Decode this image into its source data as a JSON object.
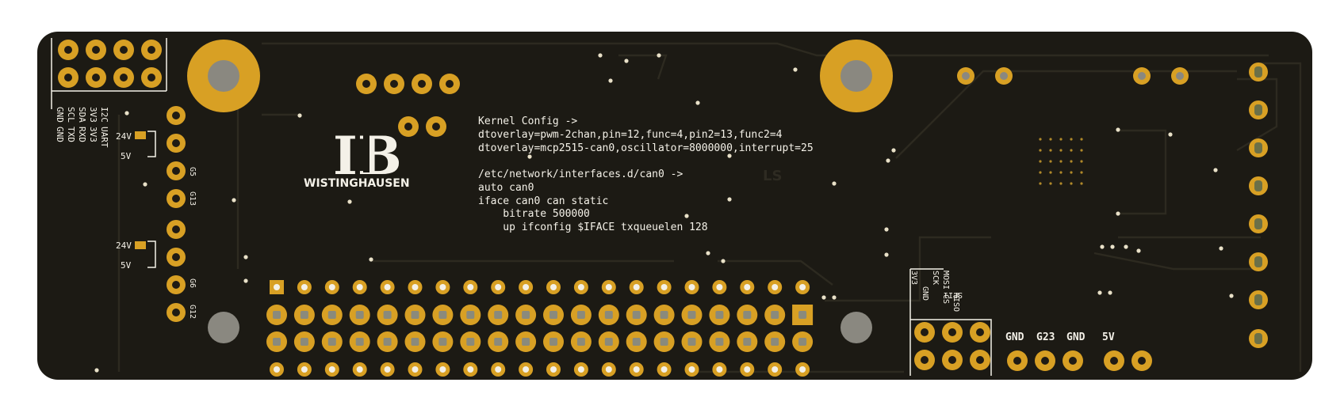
{
  "logo": {
    "letters": "IB",
    "brand": "WISTINGHAUSEN"
  },
  "config_text": [
    "Kernel Config ->",
    "dtoverlay=pwm-2chan,pin=12,func=4,pin2=13,func2=4",
    "dtoverlay=mcp2515-can0,oscillator=8000000,interrupt=25",
    "",
    "/etc/network/interfaces.d/can0 ->",
    "auto can0",
    "iface can0 can static",
    "    bitrate 500000",
    "    up ifconfig $IFACE txqueuelen 128"
  ],
  "left_header_labels": {
    "col1": [
      "I2C",
      "UART"
    ],
    "col2": [
      "3V3",
      "3V3"
    ],
    "col3": [
      "SDA",
      "RXD"
    ],
    "col4": [
      "SCL",
      "TXD"
    ],
    "col5": [
      "GND",
      "GND"
    ]
  },
  "jumper_labels": {
    "top_24v": "24V",
    "top_5v": "5V",
    "bottom_24v": "24V",
    "bottom_5v": "5V"
  },
  "pwm_labels": [
    "G5",
    "G13",
    "G6",
    "G12"
  ],
  "ls_mark": "LS",
  "spi_labels": {
    "title": "SPI1",
    "col_a": [
      "MOSI",
      "SCK",
      "GND"
    ],
    "col_b": [
      "MISO",
      "CS",
      "3V3"
    ]
  },
  "bottom_right_labels": [
    "GND",
    "G23",
    "GND",
    "5V"
  ],
  "colors": {
    "board": "#1c1a14",
    "pad": "#d8a024",
    "silkscreen": "#f4f1e8",
    "mount_hole": "#8a8880"
  }
}
